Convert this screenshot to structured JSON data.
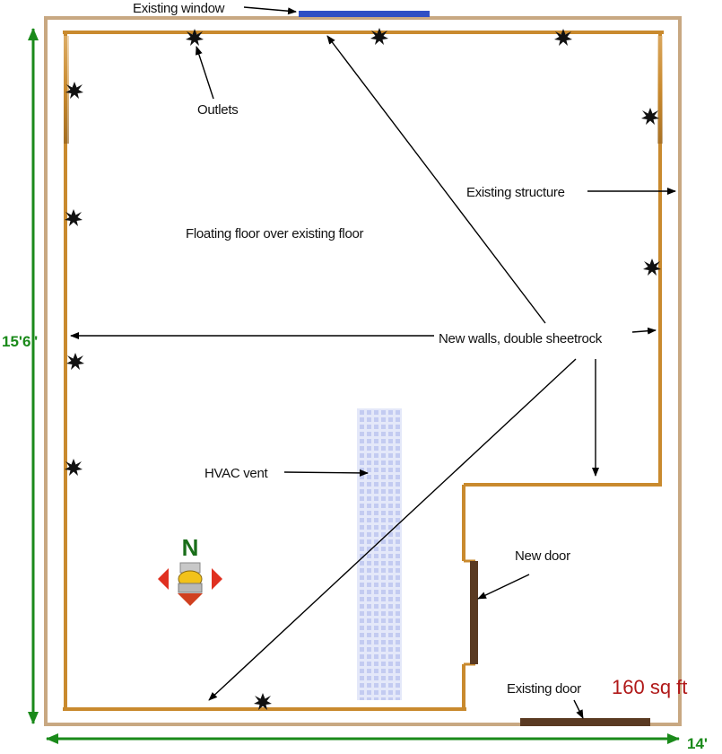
{
  "labels": {
    "existing_window": "Existing window",
    "outlets": "Outlets",
    "existing_structure": "Existing structure",
    "floating_floor": "Floating floor over existing floor",
    "new_walls": "New walls, double sheetrock",
    "hvac_vent": "HVAC vent",
    "new_door": "New door",
    "existing_door": "Existing door"
  },
  "dimensions": {
    "height": "15'6\"",
    "width": "14'"
  },
  "area": "160 sq ft",
  "compass": {
    "north": "N"
  },
  "icons": {
    "outlet": "outlet-burst-icon",
    "compass": "compass-icon"
  },
  "colors": {
    "new_wall": "#c98a2e",
    "existing_structure": "#c8a882",
    "window": "#2f4fc4",
    "door": "#5a3a22",
    "dimension": "#1a8a1a",
    "area_text": "#b01818",
    "vent": "#c8d0f0"
  }
}
